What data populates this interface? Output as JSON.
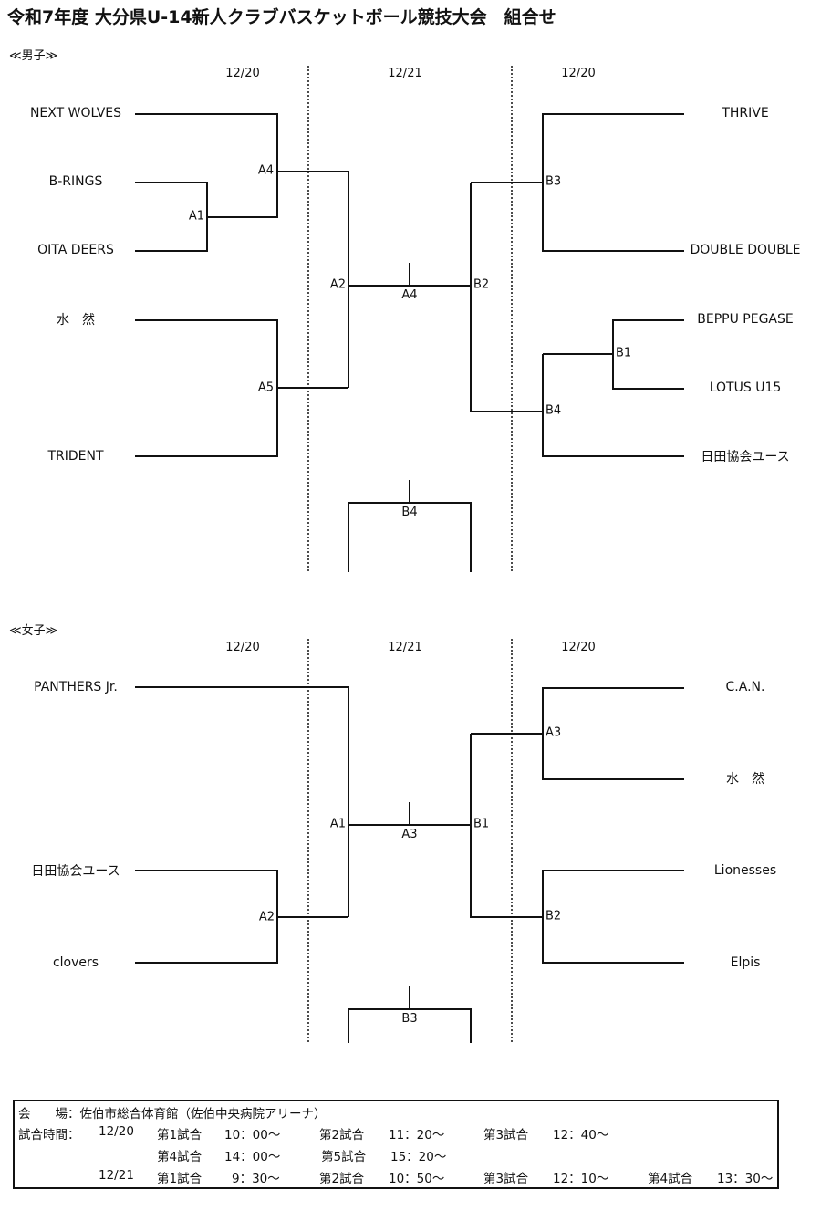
{
  "title": "令和7年度 大分県U-14新人クラブバスケットボール競技大会　組合せ",
  "boys": {
    "label": "≪男子≫",
    "dates": [
      "12/20",
      "12/21",
      "12/20"
    ],
    "left_teams": [
      "NEXT WOLVES",
      "B-RINGS",
      "OITA DEERS",
      "水　然",
      "TRIDENT"
    ],
    "right_teams": [
      "THRIVE",
      "DOUBLE DOUBLE",
      "BEPPU PEGASE",
      "LOTUS U15",
      "日田協会ユース"
    ],
    "games": {
      "left_a4": "A4",
      "left_a1": "A1",
      "left_a5": "A5",
      "semi_left": "A2",
      "final": "A4",
      "semi_right": "B2",
      "right_b3": "B3",
      "right_b1": "B1",
      "right_b4": "B4",
      "third_place": "B4"
    }
  },
  "girls": {
    "label": "≪女子≫",
    "dates": [
      "12/20",
      "12/21",
      "12/20"
    ],
    "left_teams": [
      "PANTHERS Jr.",
      "日田協会ユース",
      "clovers"
    ],
    "right_teams": [
      "C.A.N.",
      "水　然",
      "Lionesses",
      "Elpis"
    ],
    "games": {
      "left_a2": "A2",
      "semi_left": "A1",
      "final": "A3",
      "semi_right": "B1",
      "right_a3": "A3",
      "right_b2": "B2",
      "third_place": "B3"
    }
  },
  "info": {
    "venue_label": "会　　場：",
    "venue": "佐伯市総合体育館（佐伯中央病院アリーナ）",
    "time_label": "試合時間：",
    "day1": "12/20",
    "day2": "12/21",
    "day1_row1": [
      {
        "game": "第1試合",
        "time": "10：00～"
      },
      {
        "game": "第2試合",
        "time": "11：20～"
      },
      {
        "game": "第3試合",
        "time": "12：40～"
      }
    ],
    "day1_row2": [
      {
        "game": "第4試合",
        "time": "14：00～"
      },
      {
        "game": "第5試合",
        "time": "15：20～"
      }
    ],
    "day2_row": [
      {
        "game": "第1試合",
        "time": "9：30～"
      },
      {
        "game": "第2試合",
        "time": "10：50～"
      },
      {
        "game": "第3試合",
        "time": "12：10～"
      },
      {
        "game": "第4試合",
        "time": "13：30～"
      }
    ]
  }
}
